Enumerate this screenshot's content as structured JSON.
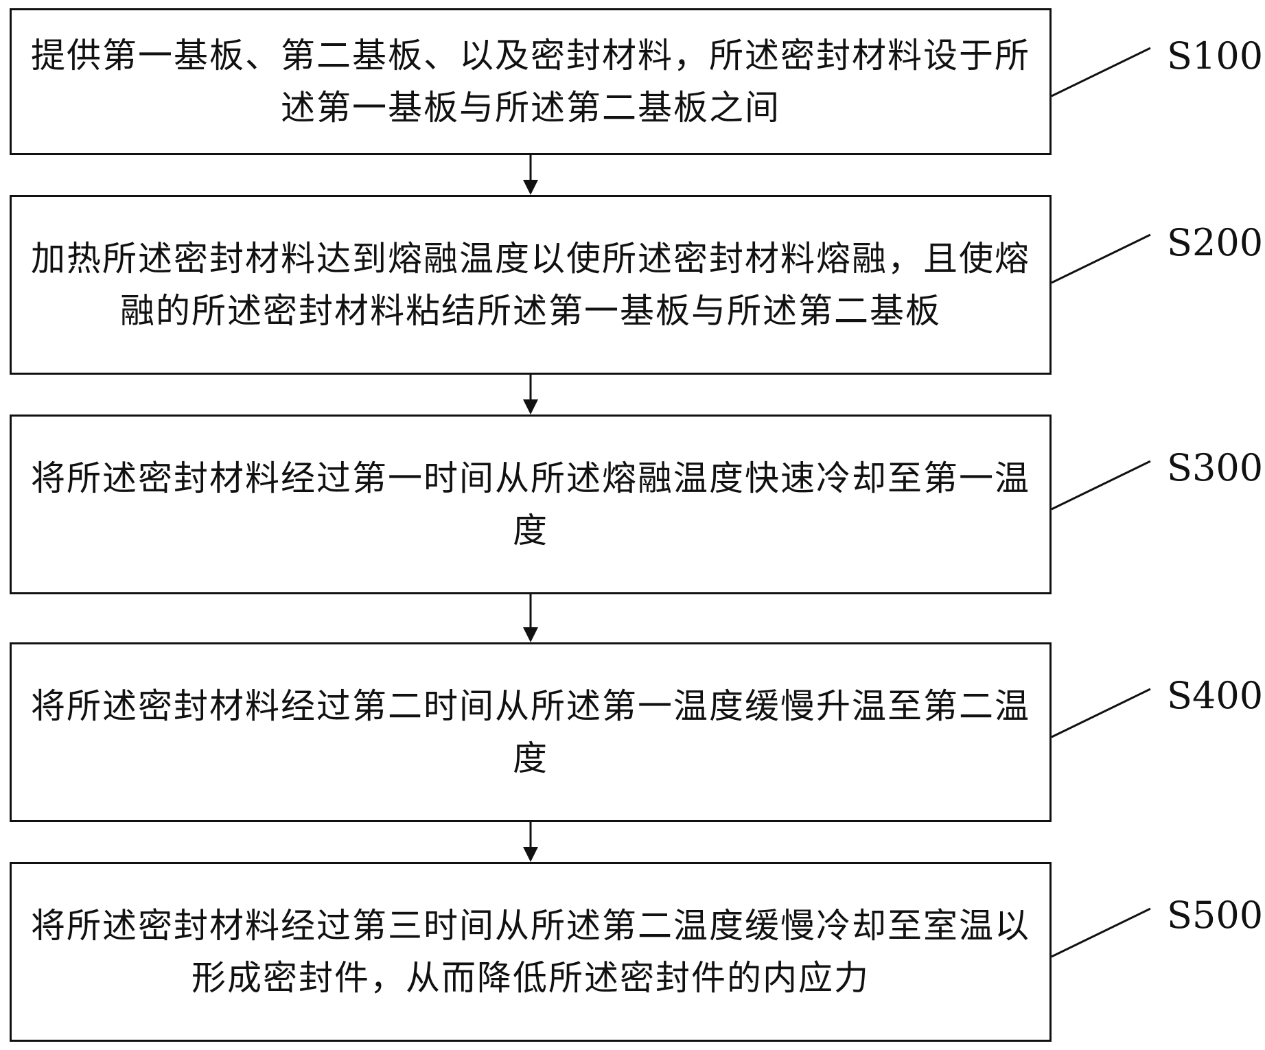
{
  "steps": [
    {
      "id": "S100",
      "text": "提供第一基板、第二基板、以及密封材料，所述密封材料设于所述第一基板与所述第二基板之间"
    },
    {
      "id": "S200",
      "text": "加热所述密封材料达到熔融温度以使所述密封材料熔融，且使熔融的所述密封材料粘结所述第一基板与所述第二基板"
    },
    {
      "id": "S300",
      "text": "将所述密封材料经过第一时间从所述熔融温度快速冷却至第一温度"
    },
    {
      "id": "S400",
      "text": "将所述密封材料经过第二时间从所述第一温度缓慢升温至第二温度"
    },
    {
      "id": "S500",
      "text": "将所述密封材料经过第三时间从所述第二温度缓慢冷却至室温以形成密封件，从而降低所述密封件的内应力"
    }
  ]
}
